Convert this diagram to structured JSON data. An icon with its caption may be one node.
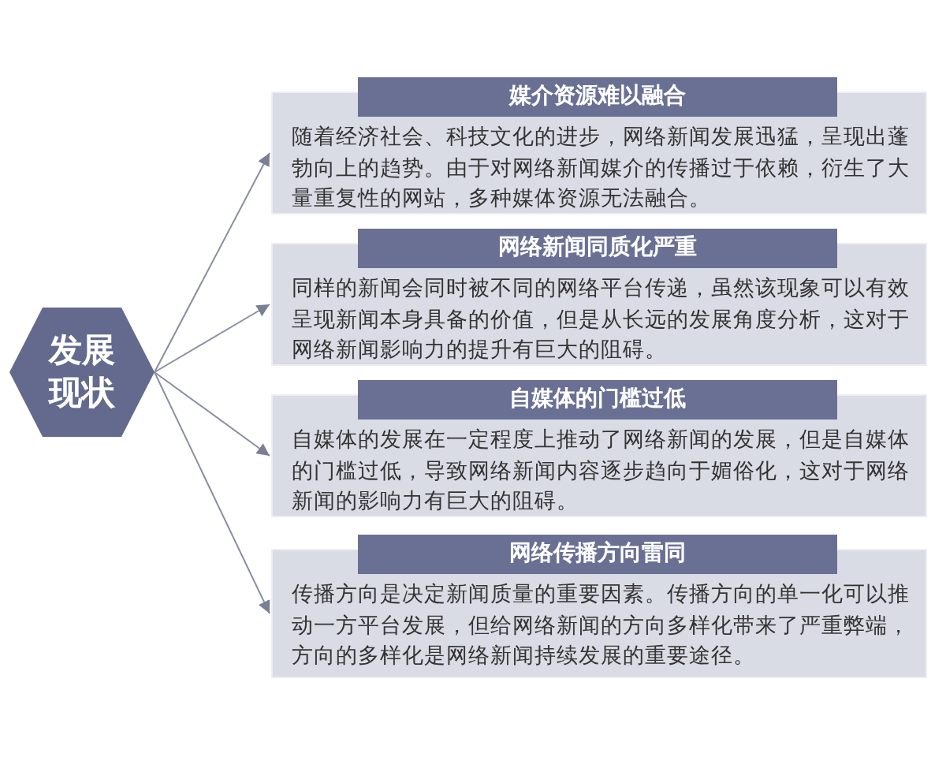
{
  "diagram": {
    "nodes": [
      {
        "text": [
          "发展现状"
        ]
      },
      {
        "text": [
          "媒介资源难以融合",
          "随着经济社会、科技文化的进步，网络新闻发展迅猛，呈现出蓬勃向上的趋势。由于对网络新闻媒介的传播过于依赖，衍生了大量重复性的网站，多种媒体资源无法融合。"
        ]
      },
      {
        "text": [
          "网络新闻同质化严重",
          "同样的新闻会同时被不同的网络平台传递，虽然该现象可以有效呈现新闻本身具备的价值，但是从长远的发展角度分析，这对于网络新闻影响力的提升有巨大的阻碍。"
        ]
      },
      {
        "text": [
          "自媒体的门槛过低",
          "自媒体的发展在一定程度上推动了网络新闻的发展，但是自媒体的门槛过低，导致网络新闻内容逐步趋向于媚俗化，这对于网络新闻的影响力有巨大的阻碍。"
        ]
      },
      {
        "text": [
          "网络传播方向雷同",
          "传播方向是决定新闻质量的重要因素。传播方向的单一化可以推动一方平台发展，但给网络新闻的方向多样化带来了严重弊端，方向的多样化是网络新闻持续发展的重要途径。"
        ]
      }
    ],
    "edges": [
      {
        "from": 0,
        "to": 1,
        "arrow": "to"
      },
      {
        "from": 0,
        "to": 2,
        "arrow": "to"
      },
      {
        "from": 0,
        "to": 3,
        "arrow": "to"
      },
      {
        "from": 0,
        "to": 4,
        "arrow": "to"
      }
    ]
  }
}
